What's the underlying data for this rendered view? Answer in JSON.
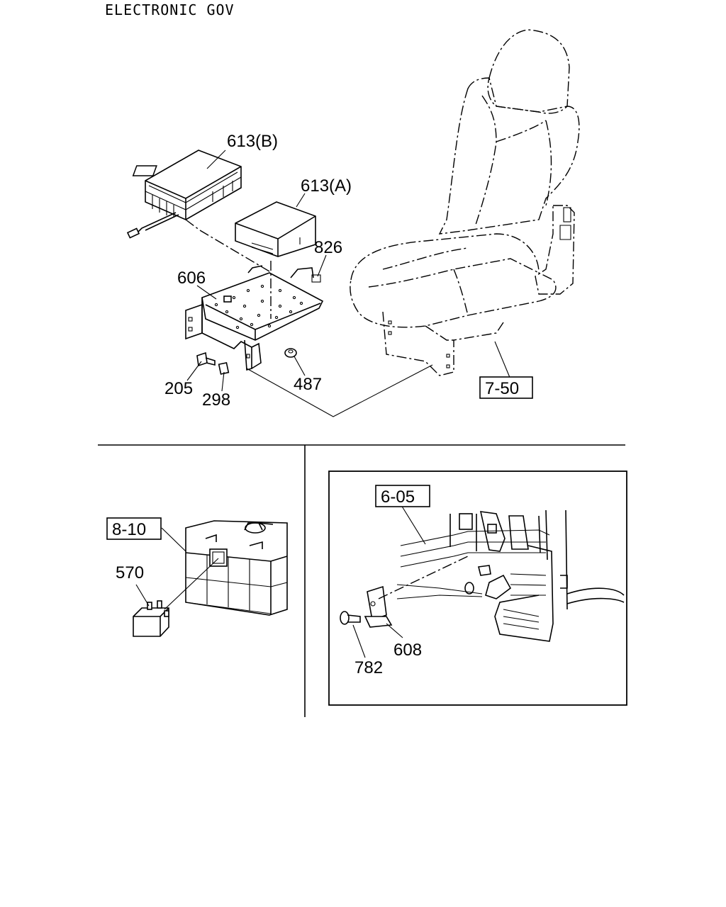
{
  "title": "ELECTRONIC GOV",
  "callouts": {
    "c613b": "613(B)",
    "c613a": "613(A)",
    "c826": "826",
    "c606": "606",
    "c205": "205",
    "c298": "298",
    "c487": "487",
    "c570": "570",
    "c608": "608",
    "c782": "782"
  },
  "refs": {
    "r750": "7-50",
    "r810": "8-10",
    "r605": "6-05"
  }
}
